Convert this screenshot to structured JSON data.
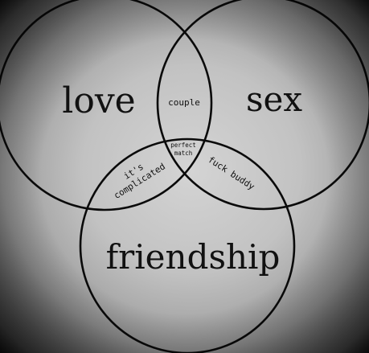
{
  "diagram": {
    "circles": {
      "love": "love",
      "sex": "sex",
      "friendship": "friendship"
    },
    "overlaps": {
      "love_sex": "couple",
      "love_friendship_line1": "it's",
      "love_friendship_line2": "complicated",
      "sex_friendship": "fuck buddy",
      "center_line1": "perfect",
      "center_line2": "match"
    },
    "colors": {
      "ink": "#111111",
      "background_light": "#d4d4d4",
      "background_dark": "#3a3a3a"
    }
  }
}
